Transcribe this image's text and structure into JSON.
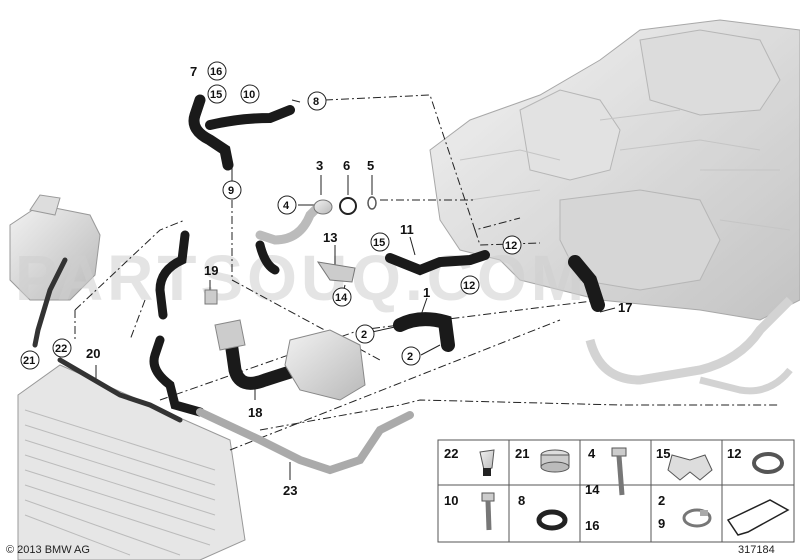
{
  "watermark": "PARTSOUQ.COM",
  "copyright": "© 2013 BMW AG",
  "diagram_id": "317184",
  "callouts": {
    "c1": "1",
    "c2a": "2",
    "c2b": "2",
    "c3": "3",
    "c4": "4",
    "c5": "5",
    "c6": "6",
    "c7": "7",
    "c8": "8",
    "c9": "9",
    "c10": "10",
    "c11": "11",
    "c12a": "12",
    "c12b": "12",
    "c13": "13",
    "c14": "14",
    "c15a": "15",
    "c15b": "15",
    "c16": "16",
    "c17": "17",
    "c18": "18",
    "c19": "19",
    "c20": "20",
    "c21": "21",
    "c22": "22",
    "c23": "23"
  },
  "legend": {
    "cells": [
      "22",
      "21",
      "4",
      "14",
      "15",
      "12",
      "10",
      "8",
      "16",
      "2",
      "9"
    ]
  }
}
